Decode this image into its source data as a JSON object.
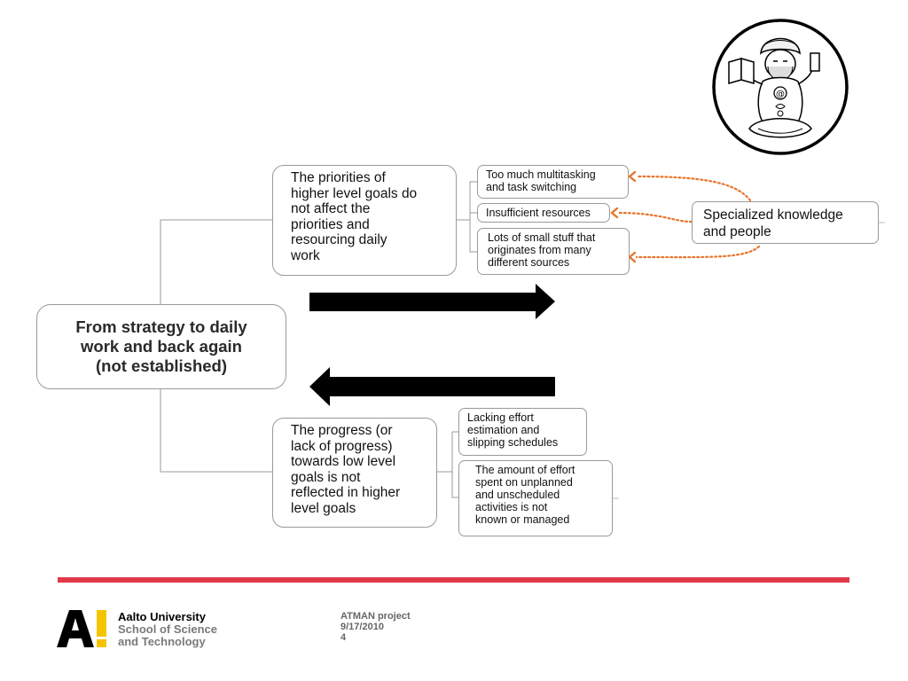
{
  "diagram": {
    "main_node": {
      "line1": "From strategy to daily",
      "line2": "work and back again",
      "line3": "(not established)"
    },
    "top_branch": {
      "text": [
        "The priorities of",
        "higher level goals do",
        "not affect the",
        "priorities and",
        "resourcing daily",
        "work"
      ],
      "causes": [
        {
          "line1": "Too much multitasking",
          "line2": "and task switching"
        },
        {
          "line1": "Insufficient resources"
        },
        {
          "line1": "Lots of small stuff that",
          "line2": "originates from many",
          "line3": "different sources"
        }
      ]
    },
    "bottom_branch": {
      "text": [
        "The progress (or",
        "lack of progress)",
        "towards low level",
        "goals is not",
        "reflected in higher",
        "level goals"
      ],
      "causes": [
        {
          "line1": "Lacking effort",
          "line2": "estimation and",
          "line3": "slipping schedules"
        },
        {
          "line1": "The amount of effort",
          "line2": "spent on unplanned",
          "line3": "and unscheduled",
          "line4": "activities is not",
          "line5": "known or managed"
        }
      ]
    },
    "specialized": {
      "line1": "Specialized knowledge",
      "line2": "and people"
    }
  },
  "colors": {
    "accent_red": "#e0394a",
    "arrow_orange": "#e8742a",
    "aalto_yellow": "#f5c400",
    "aalto_grey": "#7a7a7a"
  },
  "footer": {
    "logo_mark": "A!",
    "university": "Aalto University",
    "school_line1": "School of Science",
    "school_line2": "and Technology",
    "project": "ATMAN project",
    "date": "9/17/2010",
    "page_number": "4"
  }
}
